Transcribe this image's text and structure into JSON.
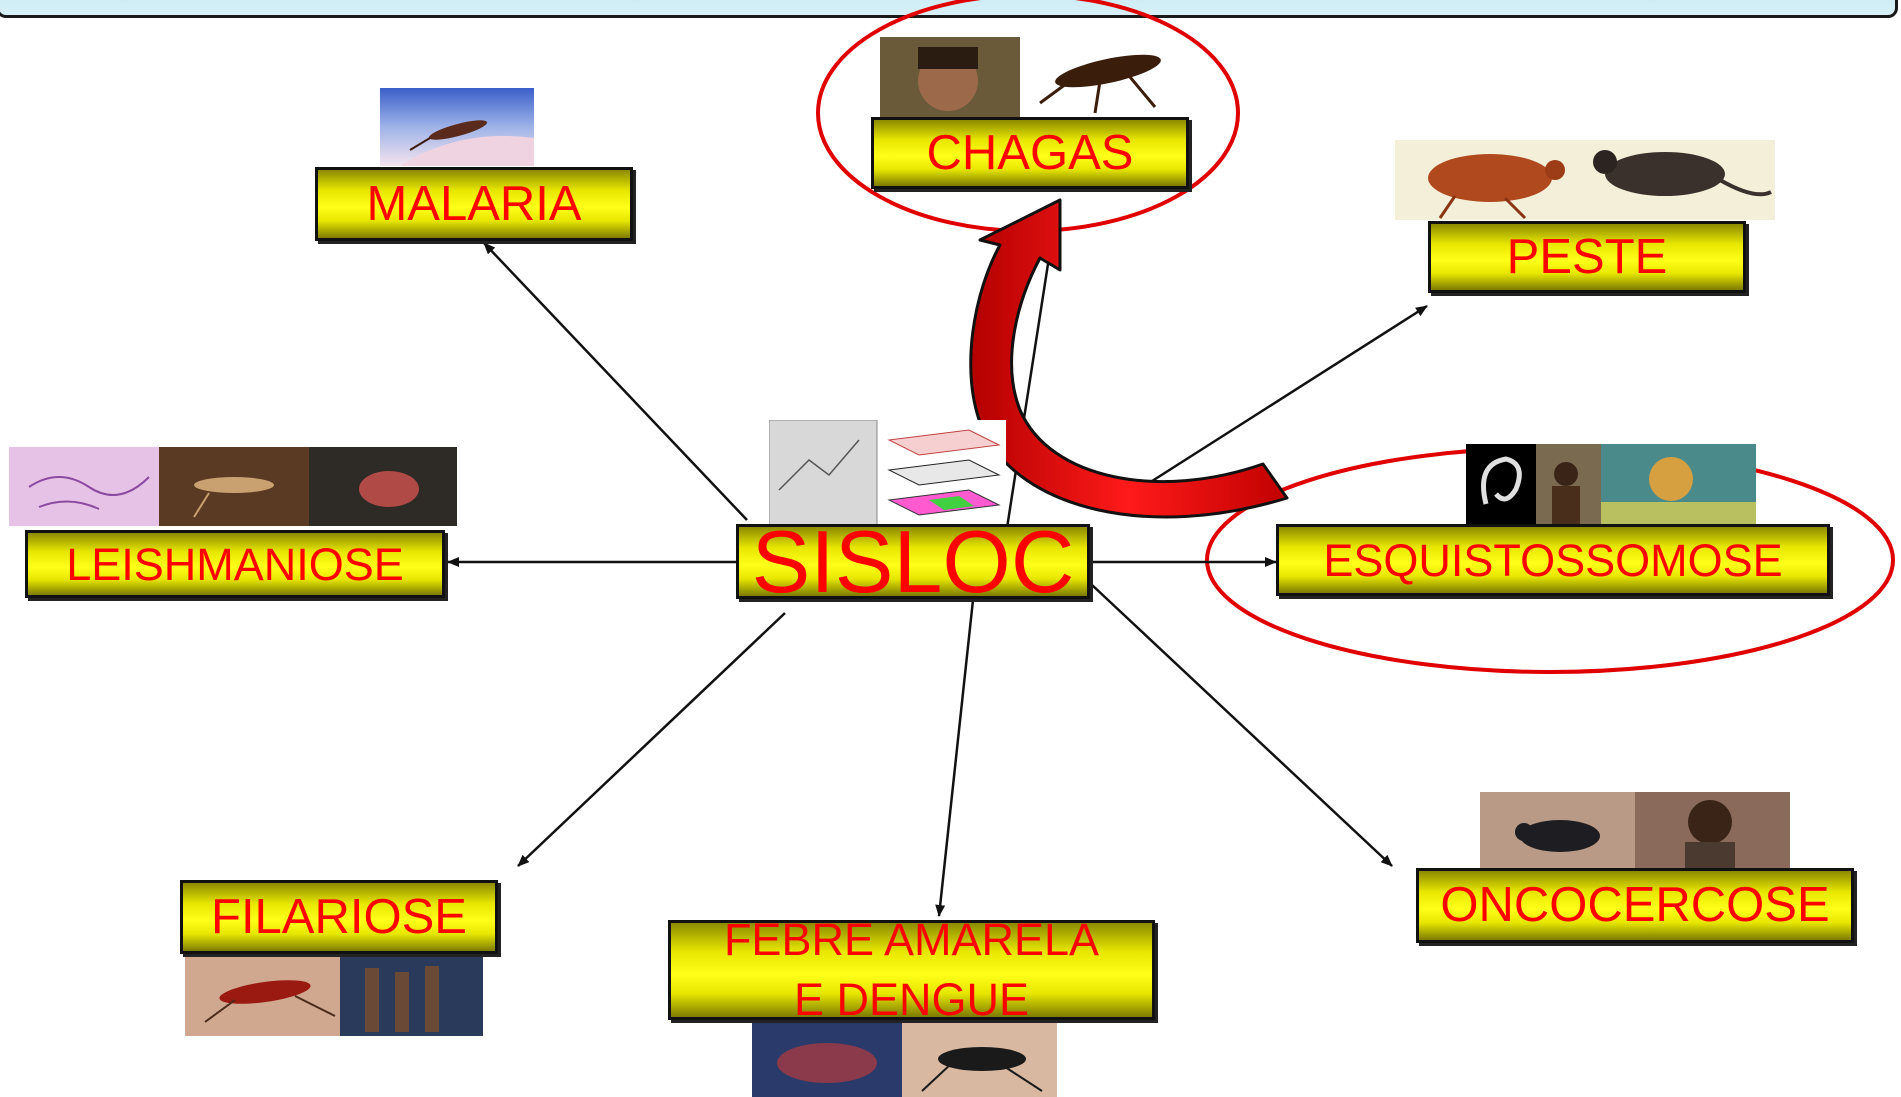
{
  "title": "",
  "center": {
    "label": "SISLOC"
  },
  "diseases": {
    "malaria": "MALARIA",
    "chagas": "CHAGAS",
    "peste": "PESTE",
    "leishmaniose": "LEISHMANIOSE",
    "esquistossomose": "ESQUISTOSSOMOSE",
    "filariose": "FILARIOSE",
    "febre_line1": "FEBRE AMARELA",
    "febre_line2": "E DENGUE",
    "oncocercose": "ONCOCERCOSE"
  },
  "highlighted": [
    "CHAGAS",
    "ESQUISTOSSOMOSE"
  ],
  "colors": {
    "label_text": "#ff0000",
    "box_fill": "#ffff1a",
    "highlight": "#e00000",
    "arrow": "#111111",
    "header_bg": "#cdebf4"
  },
  "icons": {
    "malaria": "mosquito-photo-icon",
    "chagas": "child-and-kissing-bug-photo-icon",
    "peste": "flea-and-rat-photo-icon",
    "leishmaniose": "parasite-sandfly-lesion-photo-icon",
    "esquistossomose": "worm-child-snail-photo-icon",
    "filariose": "mosquito-and-legs-photo-icon",
    "febre": "skin-lesion-and-aedes-photo-icon",
    "oncocercose": "blackfly-and-child-photo-icon",
    "center": "gis-map-layers-icon"
  }
}
